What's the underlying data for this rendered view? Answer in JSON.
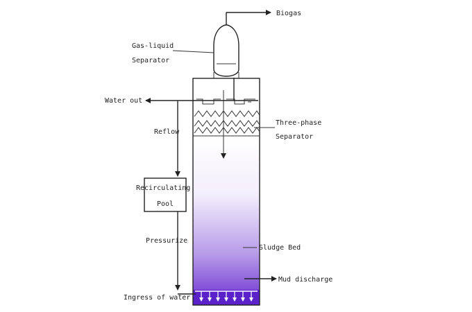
{
  "diagram": {
    "labels": {
      "biogas": "Biogas",
      "gas_liquid_line1": "Gas-liquid",
      "gas_liquid_line2": "Separator",
      "water_out": "Water out",
      "reflow": "Reflow",
      "three_phase_line1": "Three-phase",
      "three_phase_line2": "Separator",
      "recirc_line1": "Recirculating",
      "recirc_line2": "Pool",
      "pressurize": "Pressurize",
      "sludge_bed": "Sludge Bed",
      "mud_discharge": "Mud discharge",
      "ingress": "Ingress of water"
    },
    "colors": {
      "sludge_top": "#ffffff",
      "sludge_bottom": "#6a2fd0",
      "bottom_band": "#5a22c8",
      "line": "#222222"
    }
  }
}
